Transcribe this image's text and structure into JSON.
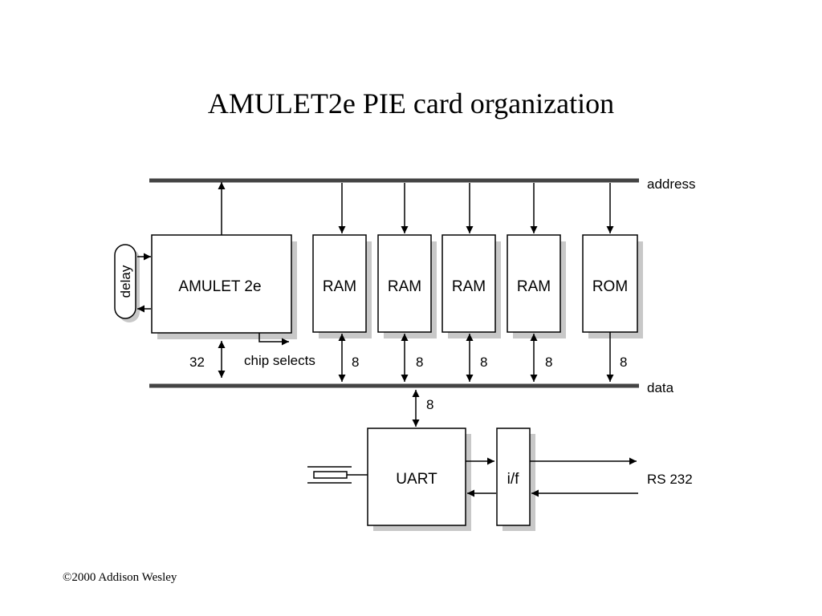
{
  "slide": {
    "title": "AMULET2e PIE card organization",
    "footer": "©2000 Addison Wesley"
  },
  "buses": {
    "address_label": "address",
    "data_label": "data"
  },
  "blocks": {
    "processor": "AMULET 2e",
    "delay": "delay",
    "ram": [
      "RAM",
      "RAM",
      "RAM",
      "RAM"
    ],
    "rom": "ROM",
    "uart": "UART",
    "interface": "i/f"
  },
  "widths": {
    "processor_data": "32",
    "chip_selects": "chip selects",
    "ram": [
      "8",
      "8",
      "8",
      "8"
    ],
    "rom": "8",
    "uart": "8"
  },
  "external": {
    "serial_port": "RS 232"
  }
}
